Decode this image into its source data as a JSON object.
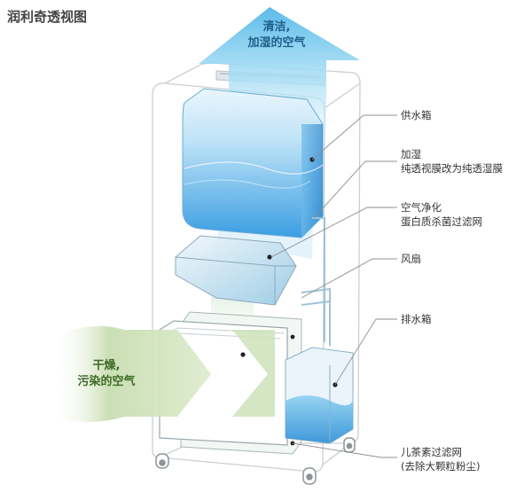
{
  "title": "润利奇透视图",
  "top_arrow": {
    "line1": "清洁,",
    "line2": "加湿的空气"
  },
  "left_arrow": {
    "line1": "干燥,",
    "line2": "污染的空气"
  },
  "labels": {
    "water_tank": "供水箱",
    "humidify_1": "加湿",
    "humidify_2": "纯透视膜改为纯透湿膜",
    "purify_1": "空气净化",
    "purify_2": "蛋白质杀菌过滤网",
    "fan": "风扇",
    "drain_tank": "排水箱",
    "filter_1": "儿茶素过滤网",
    "filter_2": "(去除大颗粒粉尘)"
  },
  "colors": {
    "tank_blue": "#4aa6e4",
    "arrow_blue": "#8fd3f4",
    "arrow_green": "#a9c98a",
    "label_line": "#7a7a7a"
  }
}
